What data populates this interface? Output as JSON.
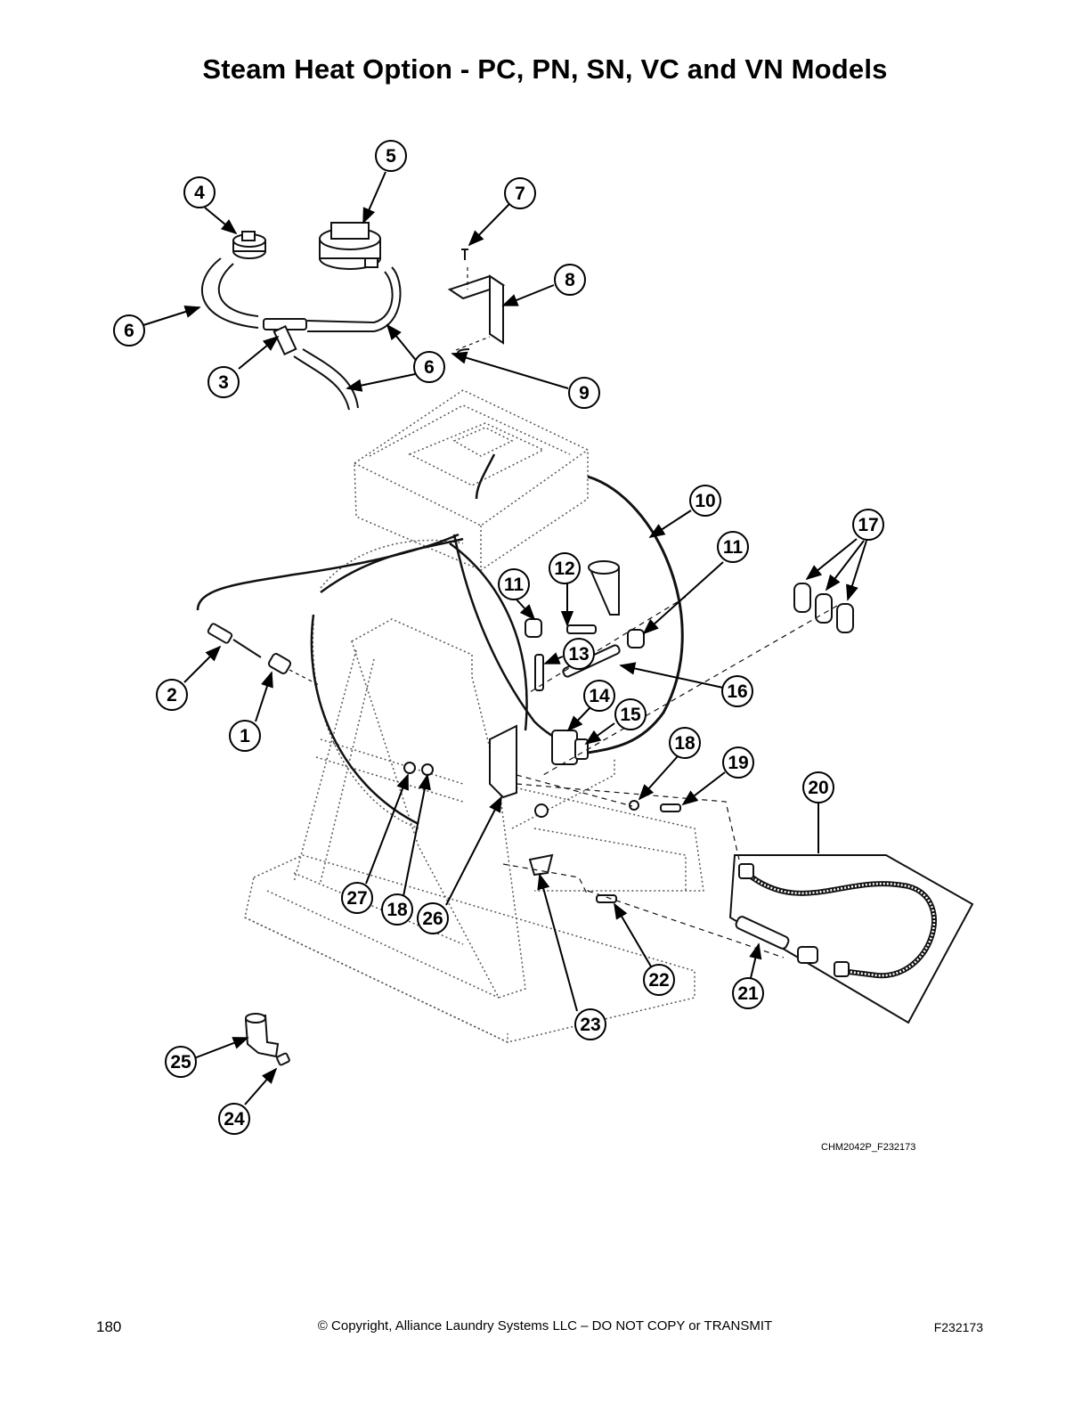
{
  "title": "Steam Heat Option -  PC, PN, SN, VC and VN Models",
  "figure_code": "CHM2042P_F232173",
  "callouts": [
    "1",
    "2",
    "3",
    "4",
    "5",
    "6",
    "6",
    "7",
    "8",
    "9",
    "10",
    "11",
    "11",
    "12",
    "13",
    "14",
    "15",
    "16",
    "17",
    "18",
    "18",
    "19",
    "20",
    "21",
    "22",
    "23",
    "24",
    "25",
    "26",
    "27"
  ],
  "footer": {
    "page_number": "180",
    "copyright": "© Copyright, Alliance Laundry Systems LLC – DO NOT COPY or TRANSMIT",
    "document_code": "F232173"
  }
}
